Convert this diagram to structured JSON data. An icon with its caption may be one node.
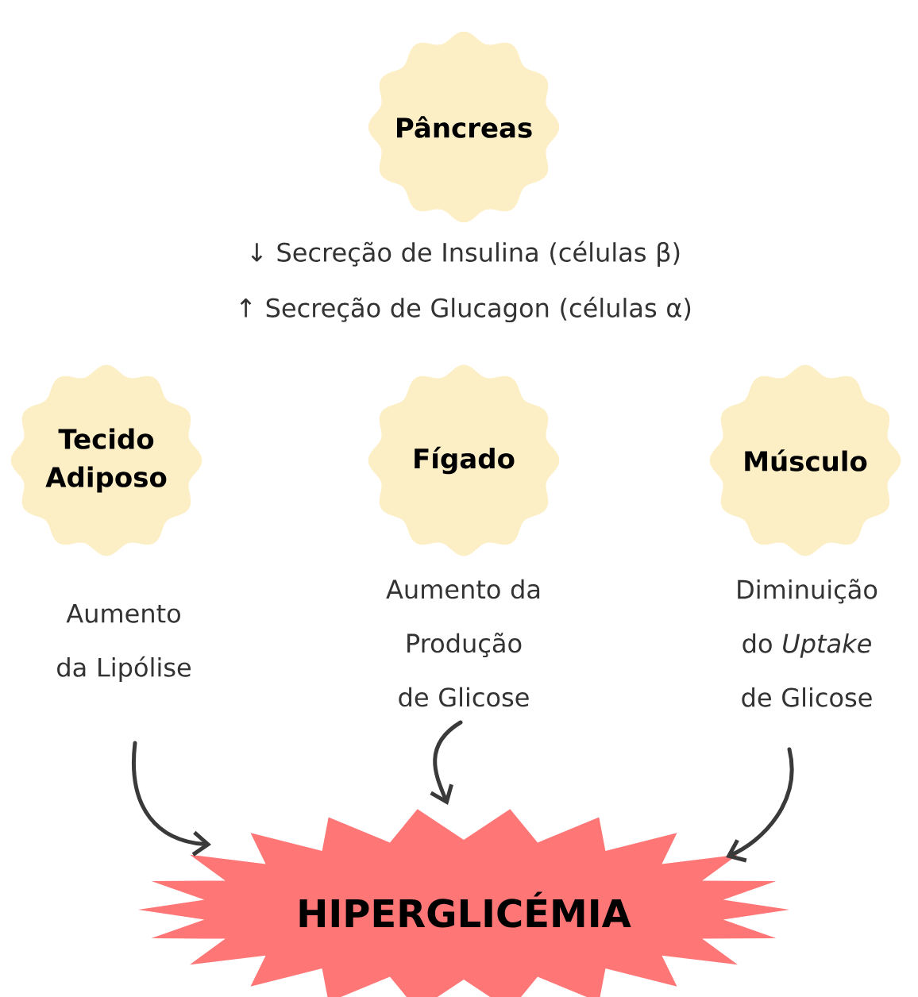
{
  "diagram": {
    "nodes": [
      {
        "text": [
          "Pâncreas"
        ],
        "beside": [
          "↓ Secreção de Insulina (células β)",
          "↑ Secreção de Glucagon (células α)"
        ]
      },
      {
        "text": [
          "Tecido Adiposo"
        ],
        "beside": [
          "Aumento da Lipólise"
        ]
      },
      {
        "text": [
          "Fígado"
        ],
        "beside": [
          "Aumento da Produção de Glicose"
        ]
      },
      {
        "text": [
          "Músculo"
        ],
        "beside": [
          "Diminuição do *Uptake* de Glicose"
        ]
      },
      {
        "text": [
          "HIPERGLICÉMIA"
        ]
      }
    ],
    "edges": [
      {
        "from": 1,
        "to": 4,
        "arrow": "to"
      },
      {
        "from": 2,
        "to": 4,
        "arrow": "to"
      },
      {
        "from": 3,
        "to": 4,
        "arrow": "to"
      }
    ]
  }
}
